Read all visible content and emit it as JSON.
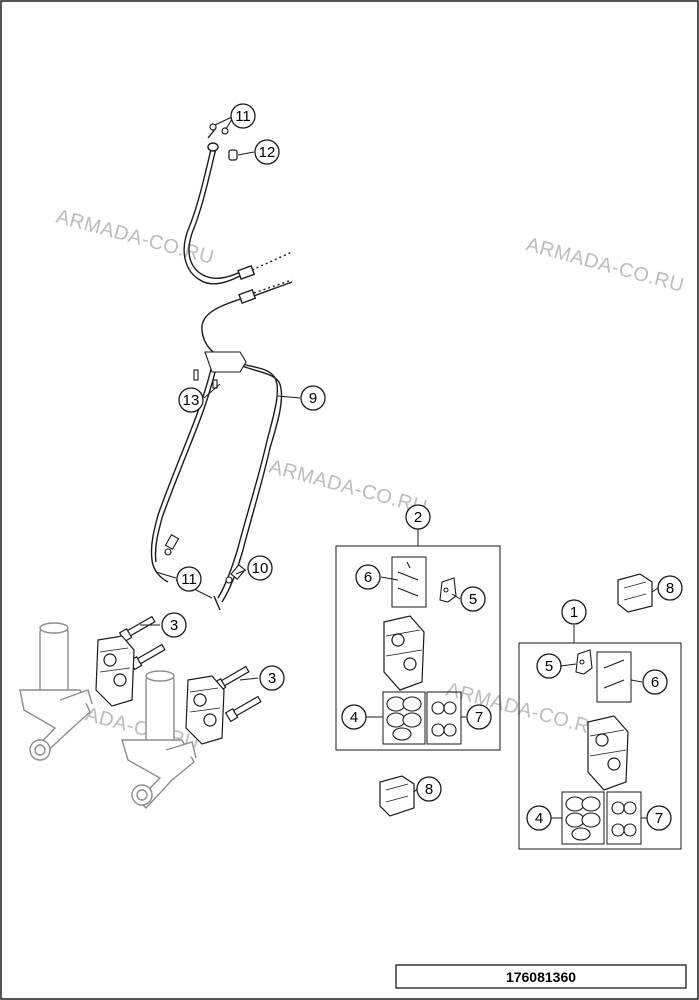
{
  "diagram": {
    "callouts": {
      "c11a": "11",
      "c12": "12",
      "c9": "9",
      "c13": "13",
      "c11b": "11",
      "c10": "10",
      "c3a": "3",
      "c3b": "3",
      "c2": "2",
      "c6a": "6",
      "c5a": "5",
      "c4a": "4",
      "c7a": "7",
      "c8a": "8",
      "c8b": "8",
      "c1": "1",
      "c5b": "5",
      "c6b": "6",
      "c4b": "4",
      "c7b": "7"
    },
    "watermarks": [
      "ARMADA-CO.RU",
      "ARMADA-CO.RU",
      "ARMADA-CO.RU",
      "ARMADA-CO.RU",
      "ARMADA-CO.RU"
    ],
    "drawing_number": "176081360"
  },
  "colors": {
    "line": "#1a1a1a",
    "watermark": "#bdbdbd",
    "fork": "#8c8c8c"
  }
}
